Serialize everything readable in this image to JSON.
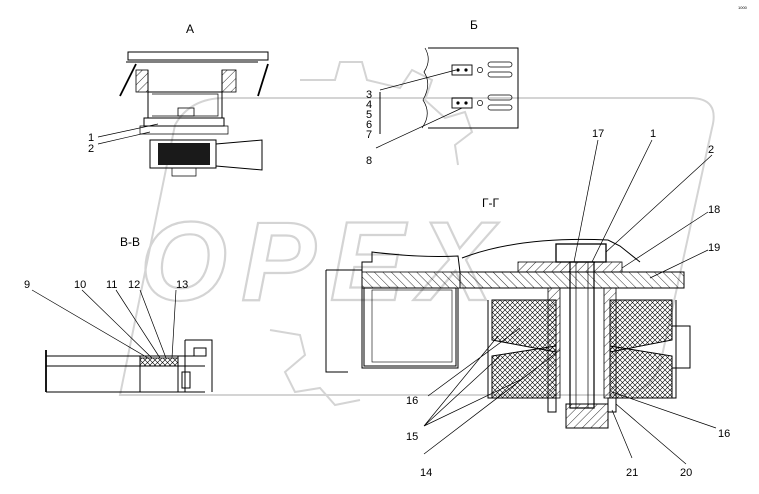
{
  "watermark": "OPEX",
  "corner_code": "1000",
  "views": {
    "a": "А",
    "b": "Б",
    "vv": "В-В",
    "gg": "Г-Г"
  },
  "callouts": {
    "a": [
      "1",
      "2"
    ],
    "b": [
      "3",
      "4",
      "5",
      "6",
      "7",
      "8"
    ],
    "vv": [
      "9",
      "10",
      "11",
      "12",
      "13"
    ],
    "gg": [
      "17",
      "1",
      "2",
      "18",
      "19",
      "16",
      "15",
      "14",
      "21",
      "20",
      "16"
    ]
  }
}
